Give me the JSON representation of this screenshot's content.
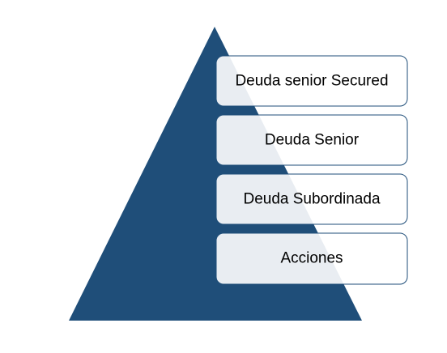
{
  "colors": {
    "pyramid_fill": "#1f4e79",
    "box_fill": "#ffffff",
    "box_border": "#1f4e79",
    "label_text": "#000000"
  },
  "tiers": [
    {
      "label": "Deuda senior Secured"
    },
    {
      "label": "Deuda Senior"
    },
    {
      "label": "Deuda Subordinada"
    },
    {
      "label": "Acciones"
    }
  ]
}
